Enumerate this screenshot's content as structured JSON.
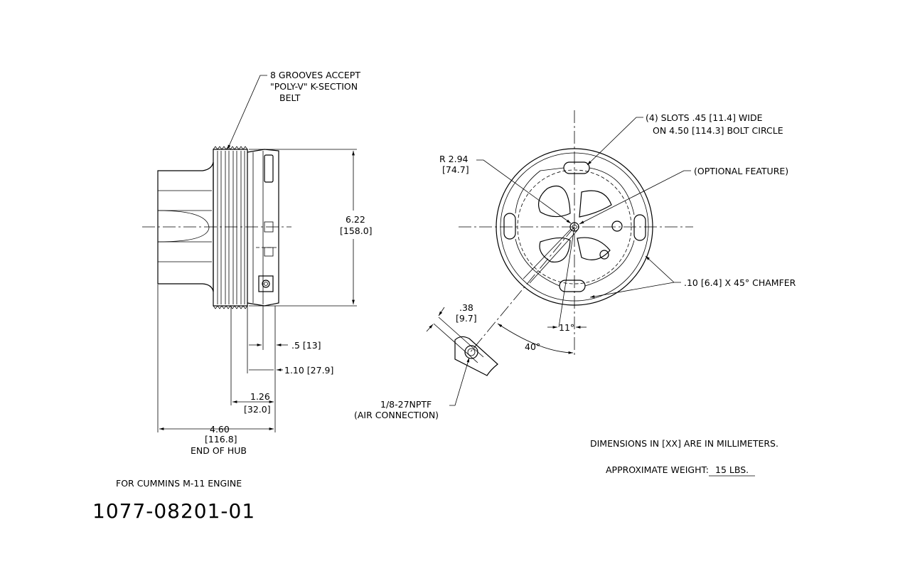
{
  "side_view": {
    "groove_note": [
      "8 GROOVES ACCEPT",
      "\"POLY-V\" K-SECTION",
      "BELT"
    ],
    "diameter_in": "6.22",
    "diameter_mm": "[158.0]",
    "dim_a": ".5 [13]",
    "dim_b": "1.10 [27.9]",
    "dim_c_in": "1.26",
    "dim_c_mm": "[32.0]",
    "dim_d_in": "4.60",
    "dim_d_mm": "[116.8]",
    "dim_d_note": "END OF HUB"
  },
  "front_view": {
    "slots_note": [
      "(4) SLOTS .45 [11.4] WIDE",
      "ON 4.50 [114.3] BOLT CIRCLE"
    ],
    "optional_feature": "(OPTIONAL FEATURE)",
    "radius_in": "R 2.94",
    "radius_mm": "[74.7]",
    "chamfer": ".10 [6.4] X 45° CHAMFER",
    "angle_small": "11°",
    "angle_large": "40°"
  },
  "port_detail": {
    "depth_in": ".38",
    "depth_mm": "[9.7]",
    "thread": "1/8-27NPTF",
    "thread_note": "(AIR CONNECTION)"
  },
  "notes": {
    "units": "DIMENSIONS IN [XX] ARE IN MILLIMETERS.",
    "weight_label": "APPROXIMATE WEIGHT:",
    "weight_value": "15 LBS."
  },
  "title_block": {
    "application": "FOR CUMMINS M-11 ENGINE",
    "part_number": "1077-08201-01"
  }
}
